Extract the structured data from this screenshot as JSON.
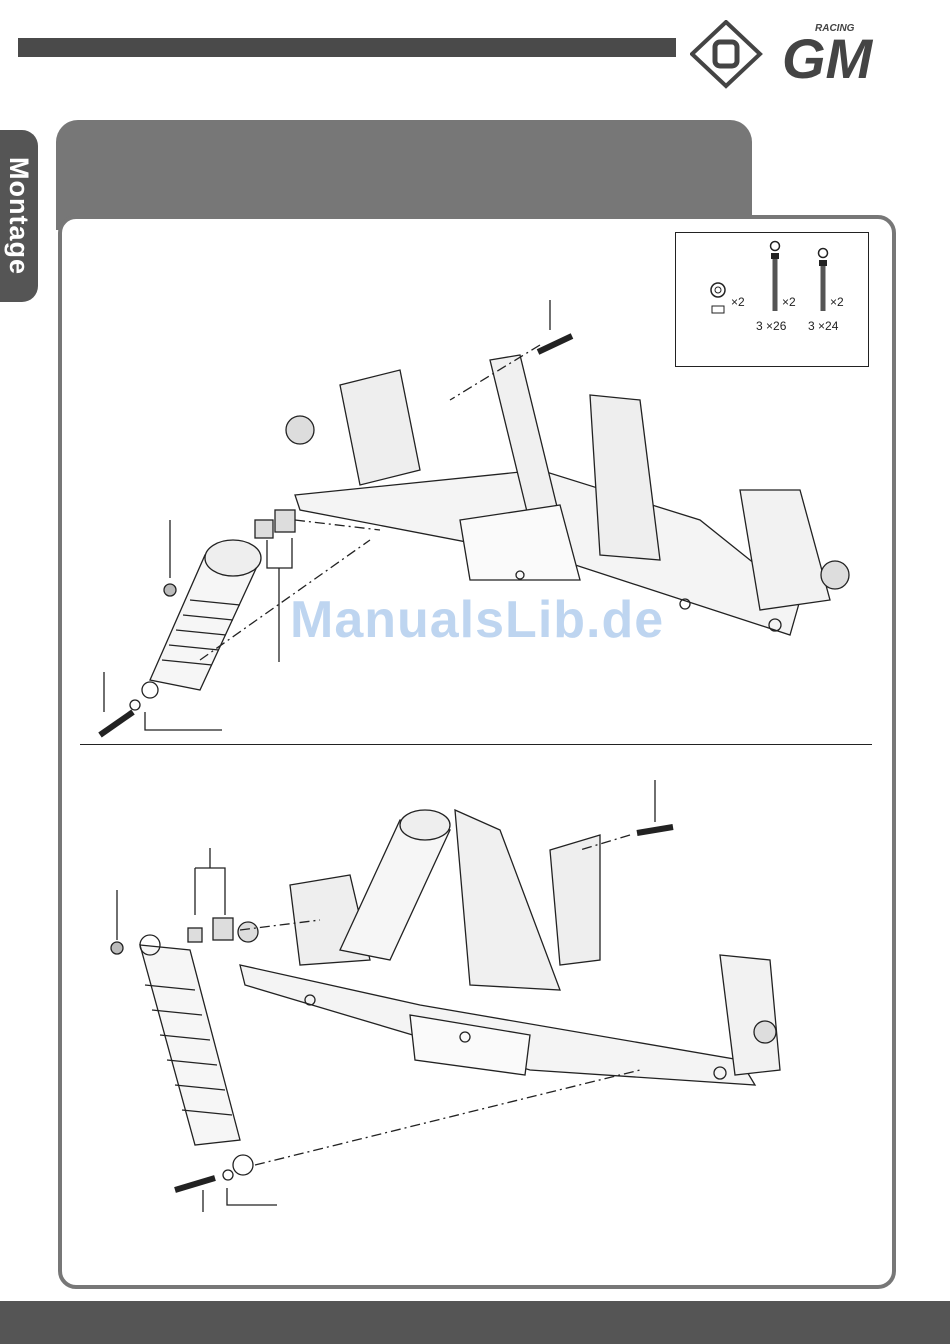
{
  "brand": {
    "logo_text": "GM",
    "logo_small_text": "RACING"
  },
  "side_tab": {
    "label": "Montage"
  },
  "parts_list": {
    "items": [
      {
        "icon": "lock-nut-icon",
        "qty": "×2",
        "size": ""
      },
      {
        "icon": "cap-screw-long-icon",
        "qty": "×2",
        "size": "3 ×26"
      },
      {
        "icon": "cap-screw-short-icon",
        "qty": "×2",
        "size": "3 ×24"
      }
    ]
  },
  "watermark": {
    "text": "ManualsLib.de"
  },
  "colors": {
    "panel": "#777777",
    "bar": "#4a4a4a",
    "footer": "#555555",
    "watermark": "#a9c8ec"
  }
}
